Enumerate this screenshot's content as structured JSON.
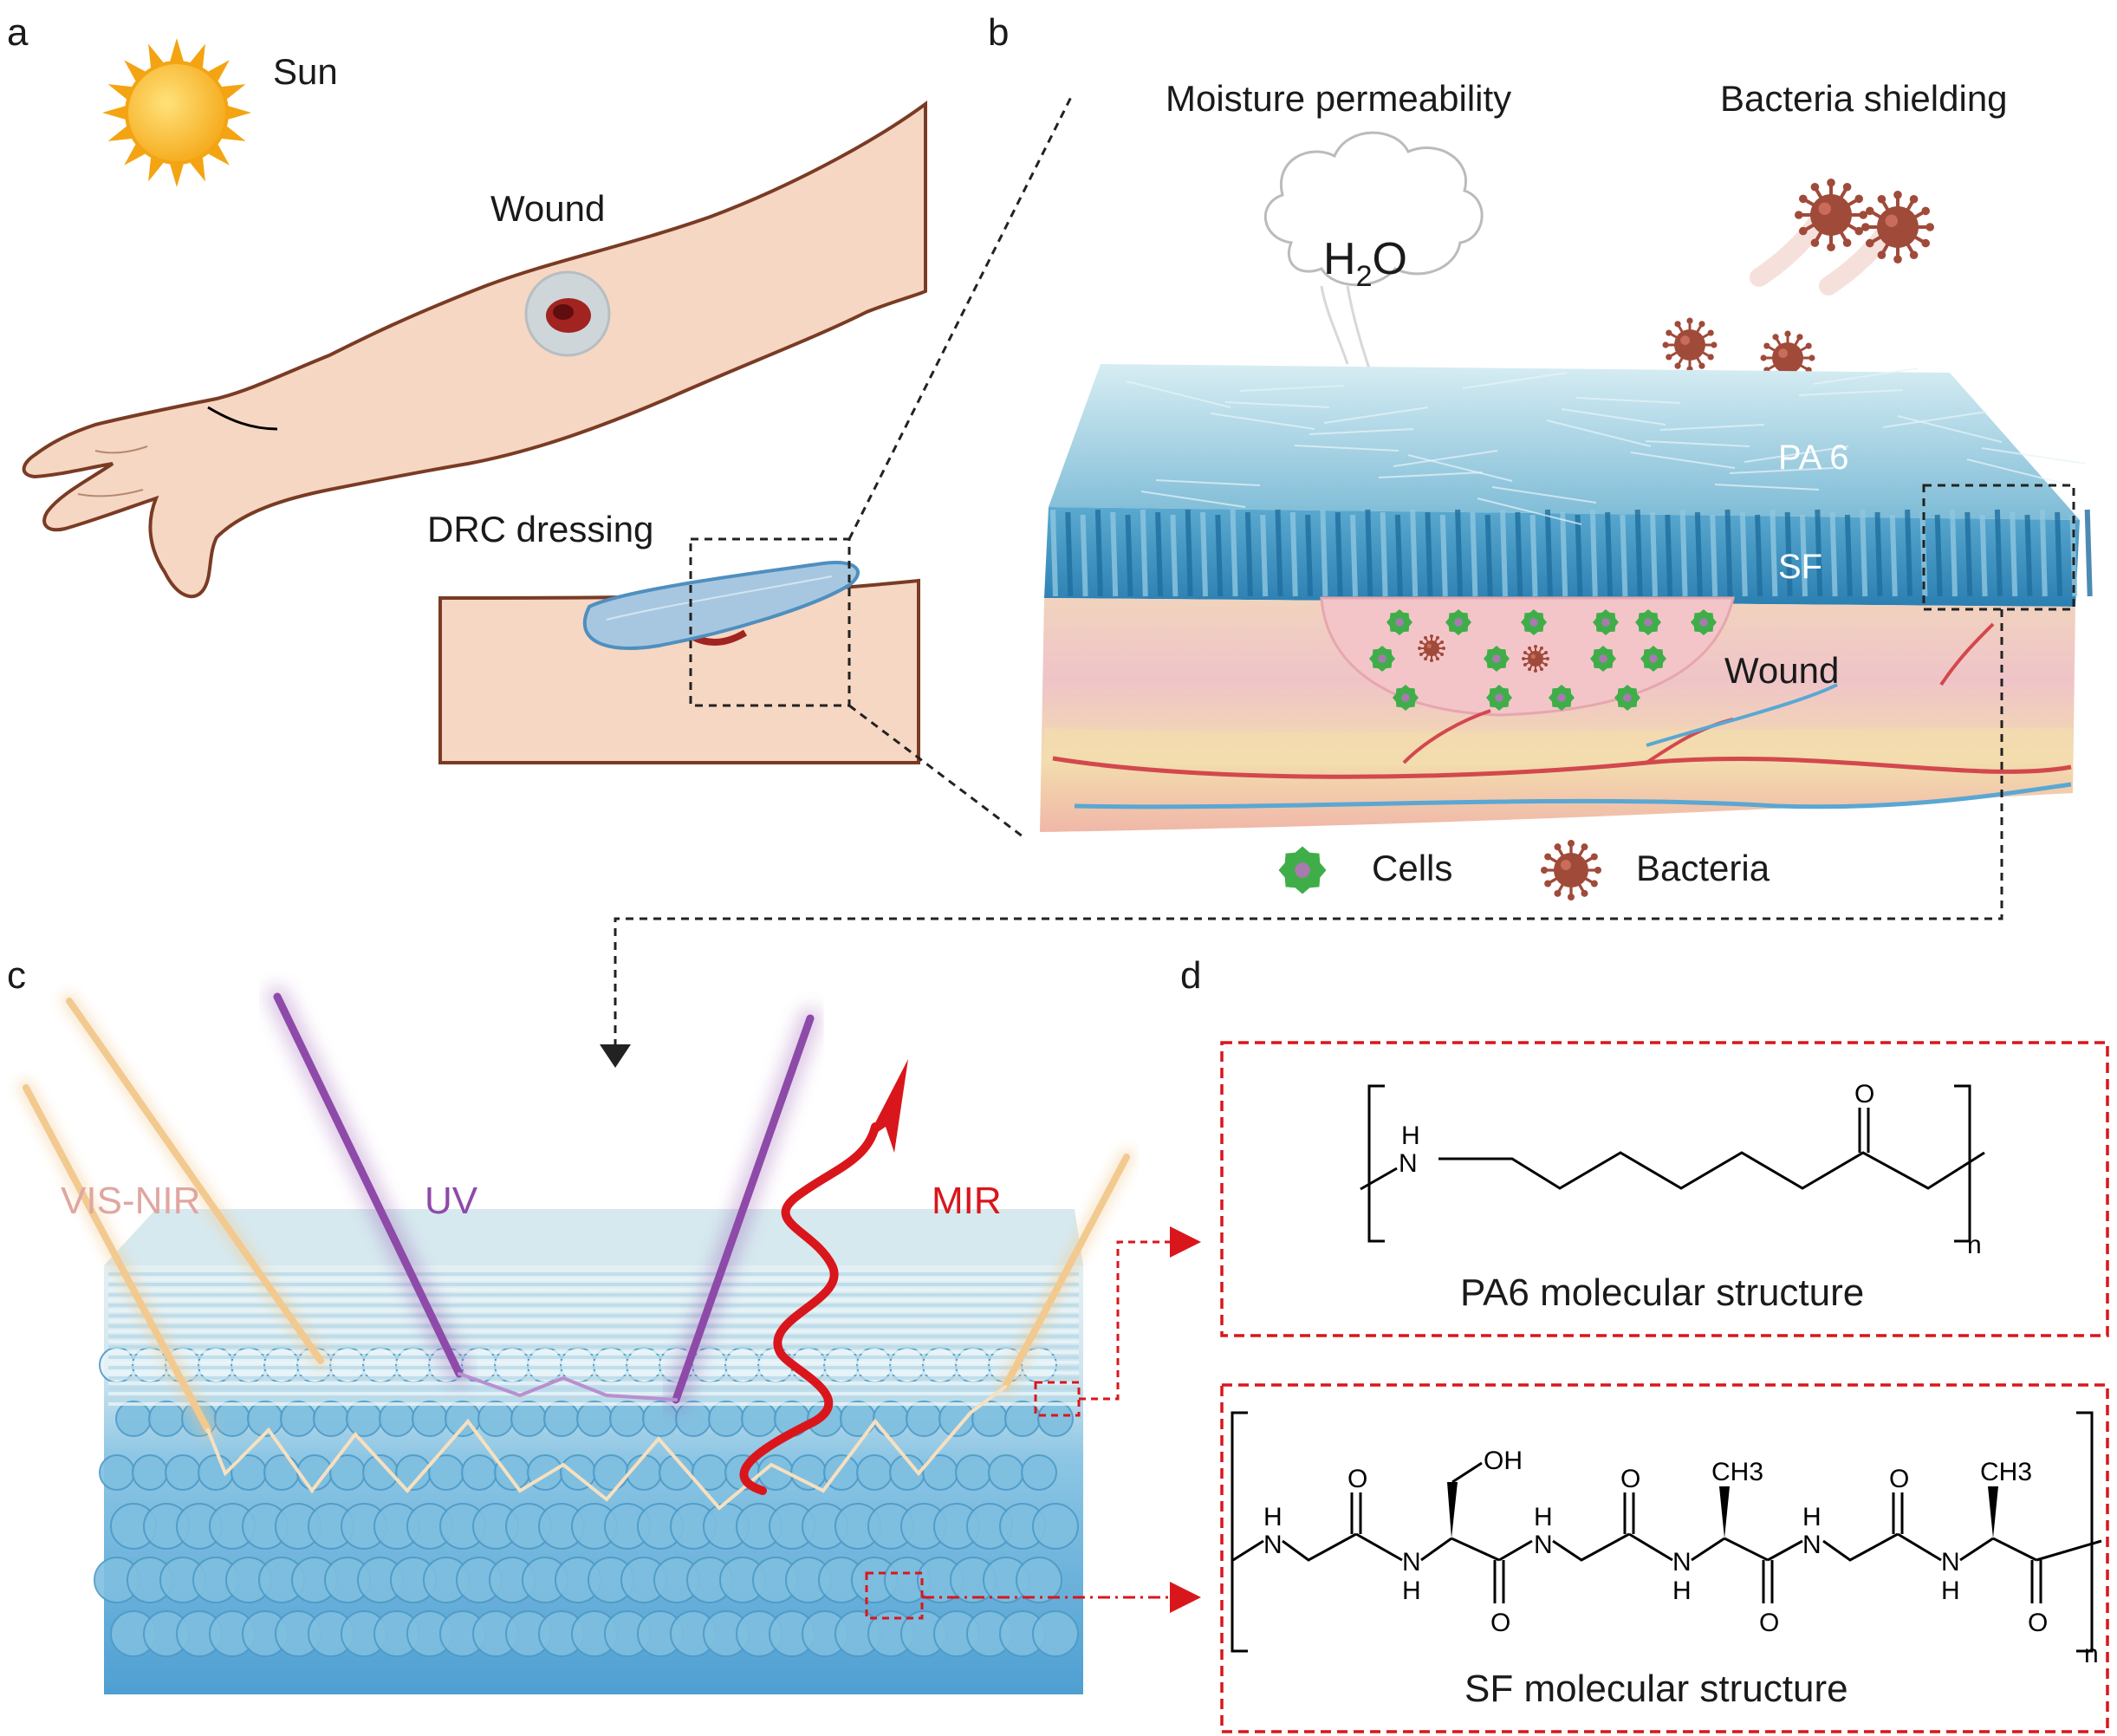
{
  "panels": {
    "a": "a",
    "b": "b",
    "c": "c",
    "d": "d"
  },
  "panel_a": {
    "sun": "Sun",
    "wound": "Wound",
    "dressing": "DRC dressing"
  },
  "panel_b": {
    "moisture": "Moisture permeability",
    "bacteria_shielding": "Bacteria shielding",
    "h2o_main": "H",
    "h2o_sub": "2",
    "h2o_end": "O",
    "pa6": "PA 6",
    "sf": "SF",
    "wound": "Wound",
    "legend": {
      "cells": "Cells",
      "bacteria": "Bacteria"
    }
  },
  "panel_c": {
    "vis_nir": "VIS-NIR",
    "uv": "UV",
    "mir": "MIR"
  },
  "panel_d": {
    "pa6": {
      "caption": "PA6 molecular structure",
      "atoms": {
        "h": "H",
        "n": "N",
        "o": "O",
        "sub": "n"
      }
    },
    "sf": {
      "caption": "SF molecular structure",
      "atoms": {
        "h": "H",
        "n": "N",
        "o": "O",
        "oh": "OH",
        "ch3": "CH3",
        "sub": "n"
      }
    }
  },
  "colors": {
    "skin": "#f6d7c3",
    "skin_outline": "#7a3b24",
    "fiber_light": "#bfe0ea",
    "fiber_mid": "#6fb2d2",
    "fiber_dark": "#2c80b0",
    "uv": "#8e4aa8",
    "visnir": "#f2c98f",
    "mir": "#d9161c",
    "cells": "#3fae49",
    "bacteria": "#a04a3a",
    "callout": "#d9161c"
  }
}
